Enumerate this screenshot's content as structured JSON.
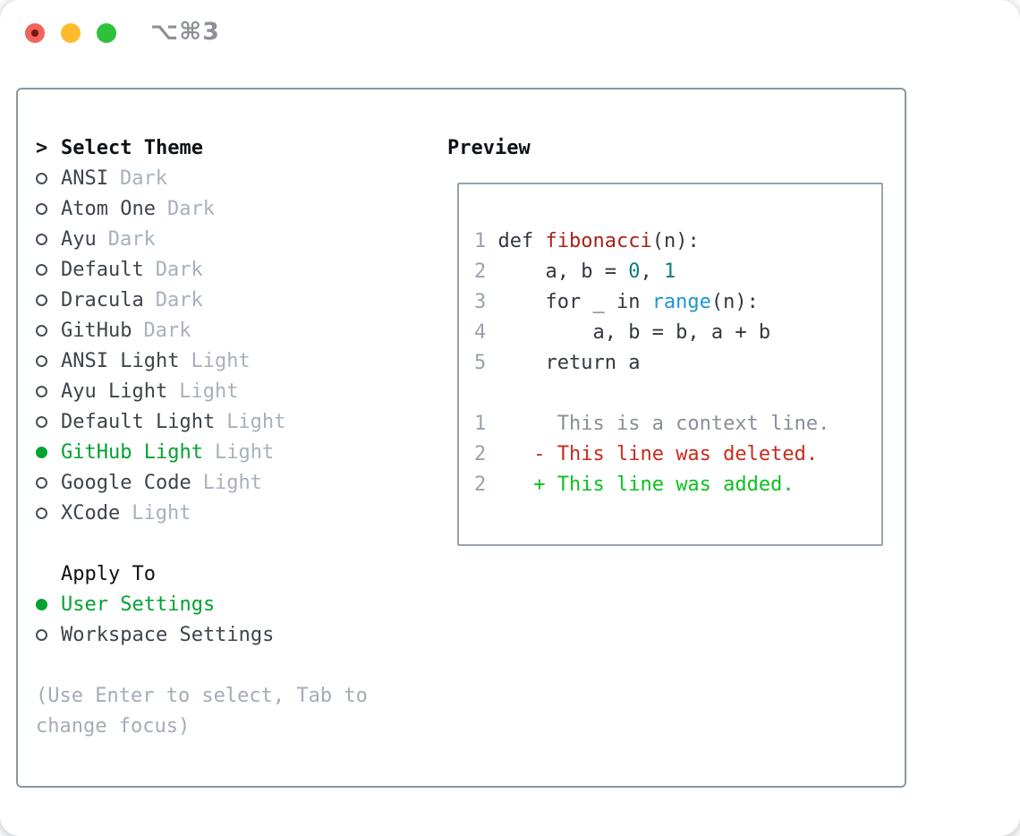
{
  "window": {
    "shortcut": "⌥⌘3",
    "traffic_lights": [
      "close",
      "minimize",
      "zoom"
    ]
  },
  "colors": {
    "accent_green": "#00a232",
    "added_green": "#0cc11e",
    "deleted_red": "#c92a1c",
    "function_red": "#a92117",
    "literal_teal": "#0e7d78",
    "builtin_blue": "#1e96ce",
    "code_text": "#32383f",
    "line_number_gray": "#98a2b0",
    "context_gray": "#888f99",
    "variant_gray": "#a7b0bc",
    "hint_gray": "#a3acb8",
    "traffic_red": "#f2635c",
    "traffic_yellow": "#fdba2d",
    "traffic_green": "#2ec23b"
  },
  "theme_panel": {
    "prompt": ">",
    "title": "Select Theme",
    "themes": [
      {
        "name": "ANSI",
        "variant": "Dark",
        "selected": false
      },
      {
        "name": "Atom One",
        "variant": "Dark",
        "selected": false
      },
      {
        "name": "Ayu",
        "variant": "Dark",
        "selected": false
      },
      {
        "name": "Default",
        "variant": "Dark",
        "selected": false
      },
      {
        "name": "Dracula",
        "variant": "Dark",
        "selected": false
      },
      {
        "name": "GitHub",
        "variant": "Dark",
        "selected": false
      },
      {
        "name": "ANSI Light",
        "variant": "Light",
        "selected": false
      },
      {
        "name": "Ayu Light",
        "variant": "Light",
        "selected": false
      },
      {
        "name": "Default Light",
        "variant": "Light",
        "selected": false
      },
      {
        "name": "GitHub Light",
        "variant": "Light",
        "selected": true
      },
      {
        "name": "Google Code",
        "variant": "Light",
        "selected": false
      },
      {
        "name": "XCode",
        "variant": "Light",
        "selected": false
      }
    ],
    "apply_to": {
      "title": "Apply To",
      "options": [
        {
          "label": "User Settings",
          "selected": true
        },
        {
          "label": "Workspace Settings",
          "selected": false
        }
      ]
    },
    "hint_line1": "(Use Enter to select, Tab to",
    "hint_line2": "change focus)"
  },
  "preview": {
    "title": "Preview",
    "lines": [
      [
        {
          "t": "1 ",
          "s": "num"
        },
        {
          "t": "def ",
          "s": "code"
        },
        {
          "t": "fibonacci",
          "s": "func"
        },
        {
          "t": "(n):",
          "s": "code"
        }
      ],
      [
        {
          "t": "2 ",
          "s": "num"
        },
        {
          "t": "    a, b = ",
          "s": "code"
        },
        {
          "t": "0",
          "s": "lit"
        },
        {
          "t": ", ",
          "s": "code"
        },
        {
          "t": "1",
          "s": "lit"
        }
      ],
      [
        {
          "t": "3 ",
          "s": "num"
        },
        {
          "t": "    for _ in ",
          "s": "code"
        },
        {
          "t": "range",
          "s": "builtin"
        },
        {
          "t": "(n):",
          "s": "code"
        }
      ],
      [
        {
          "t": "4 ",
          "s": "num"
        },
        {
          "t": "        a, b = b, a + b",
          "s": "code"
        }
      ],
      [
        {
          "t": "5 ",
          "s": "num"
        },
        {
          "t": "    return a",
          "s": "code"
        }
      ],
      [],
      [
        {
          "t": "1 ",
          "s": "num"
        },
        {
          "t": "     This is a context line.",
          "s": "ctx"
        }
      ],
      [
        {
          "t": "2 ",
          "s": "num"
        },
        {
          "t": "   ",
          "s": "code"
        },
        {
          "t": "- This line was deleted.",
          "s": "del"
        }
      ],
      [
        {
          "t": "2 ",
          "s": "num"
        },
        {
          "t": "   ",
          "s": "code"
        },
        {
          "t": "+ This line was added.",
          "s": "add"
        }
      ]
    ]
  }
}
